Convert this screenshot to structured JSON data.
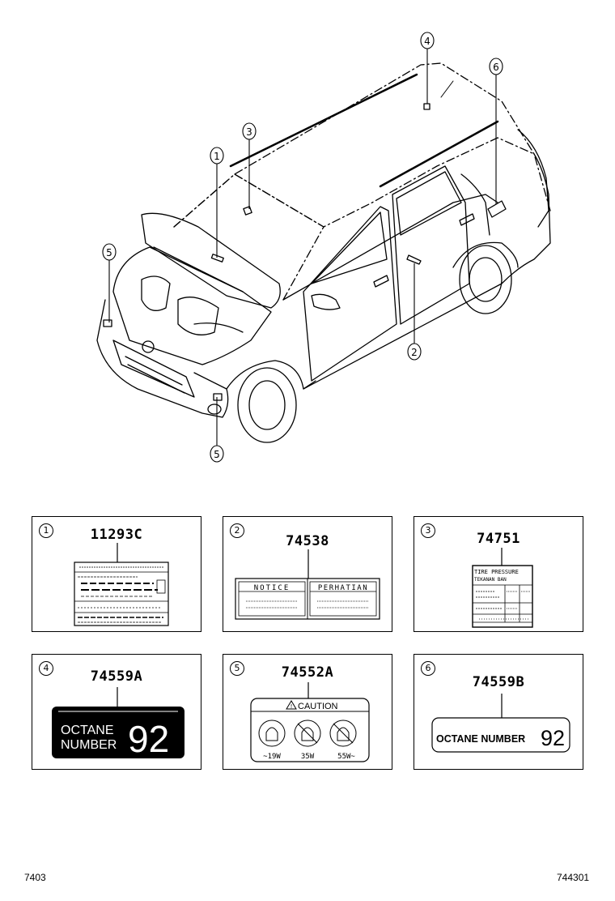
{
  "callouts": [
    "1",
    "2",
    "3",
    "4",
    "5",
    "5",
    "6"
  ],
  "parts": [
    {
      "num": "1",
      "code": "11293C"
    },
    {
      "num": "2",
      "code": "74538",
      "notice": "NOTICE",
      "perhatian": "PERHATIAN"
    },
    {
      "num": "3",
      "code": "74751",
      "tire_title": "TIRE PRESSURE",
      "tire_sub": "TEKANAN BAN"
    },
    {
      "num": "4",
      "code": "74559A",
      "octane": "OCTANE",
      "number": "NUMBER",
      "value": "92"
    },
    {
      "num": "5",
      "code": "74552A",
      "caution": "CAUTION",
      "w1": "~19W",
      "w2": "35W",
      "w3": "55W~"
    },
    {
      "num": "6",
      "code": "74559B",
      "octane_number": "OCTANE NUMBER",
      "value": "92"
    }
  ],
  "footer": {
    "left": "7403",
    "right": "744301"
  }
}
